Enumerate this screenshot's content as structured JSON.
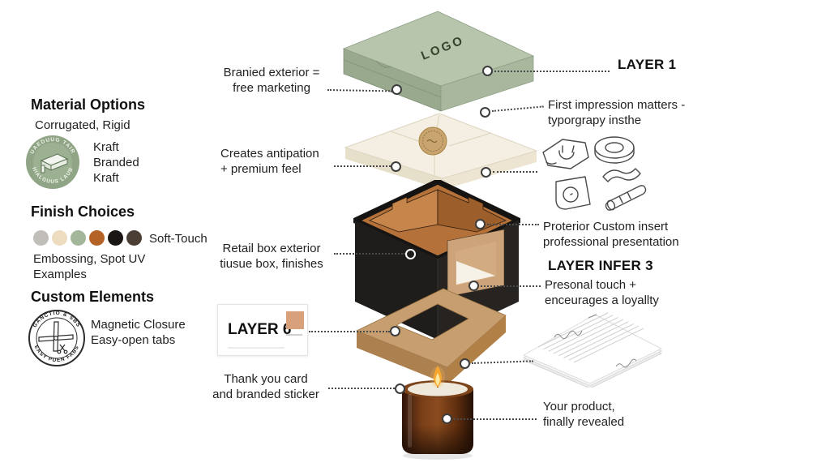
{
  "left_panel": {
    "material": {
      "title": "Material Options",
      "subtitle": "Corrugated, Rigid",
      "badge_arc_top": "UAEDUUG TAIR",
      "badge_arc_bottom": "HIALGUUS LAUB",
      "items": [
        "Kraft",
        "Branded",
        "Kraft"
      ]
    },
    "finish": {
      "title": "Finish Choices",
      "soft_touch": "Soft-Touch",
      "desc1": "Embossing, Spot UV",
      "desc2": "Examples",
      "swatches": [
        "#c1beb9",
        "#eedcc0",
        "#a3b69a",
        "#b56226",
        "#191614",
        "#4a3e35"
      ]
    },
    "custom": {
      "title": "Custom Elements",
      "badge_arc_top": "GANCTIO & SBS",
      "badge_arc_bottom": "EASY PDEN FABS",
      "line1": "Magnetic Closure",
      "line2": "Easy-open tabs"
    }
  },
  "callouts": {
    "branded": {
      "line1": "Branied exterior =",
      "line2": "free marketing"
    },
    "layer1": {
      "label": "LAYER 1"
    },
    "first_impression": {
      "line1": "First impression matters -",
      "line2": "typorgrapy insthe"
    },
    "anticipation": {
      "line1": "Creates antipation",
      "line2": "+ premium feel"
    },
    "retail": {
      "line1": "Retail box exterior",
      "line2": "tiusue box, finishes"
    },
    "insert": {
      "line1": "Proterior Custom insert",
      "line2": "professional presentation"
    },
    "layer3": {
      "label": "LAYER INFER 3",
      "line1": "Presonal touch +",
      "line2": "enceurages a loyallty"
    },
    "layer6": {
      "label": "LAYER 6"
    },
    "thankyou": {
      "line1": "Thank you card",
      "line2": "and branded sticker"
    },
    "product": {
      "line1": "Your product,",
      "line2": "finally revealed"
    }
  },
  "diagram": {
    "logo": "LOGO"
  },
  "colors": {
    "lid_green": "#b7c5ad",
    "tissue_cream": "#f4efe2",
    "box_black": "#1f1d1b",
    "kraft": "#c79e6f",
    "copper": "#b5713a",
    "candle_amber": "#6f3a15"
  }
}
